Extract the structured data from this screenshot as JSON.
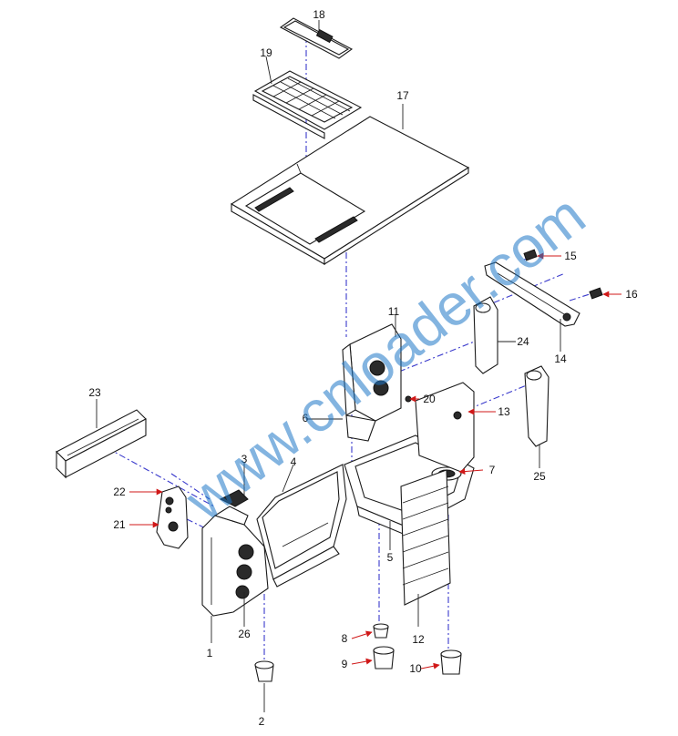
{
  "watermark": {
    "text": "www.cnloader.com",
    "color": "#1e78c8"
  },
  "colors": {
    "assembly_line": "#3a3acc",
    "callout_arrow": "#d01818",
    "ink": "#1a1a1a"
  },
  "callouts": [
    "1",
    "2",
    "3",
    "4",
    "5",
    "6",
    "7",
    "8",
    "9",
    "10",
    "11",
    "12",
    "13",
    "14",
    "15",
    "16",
    "17",
    "18",
    "19",
    "20",
    "21",
    "22",
    "23",
    "24",
    "25",
    "26"
  ]
}
